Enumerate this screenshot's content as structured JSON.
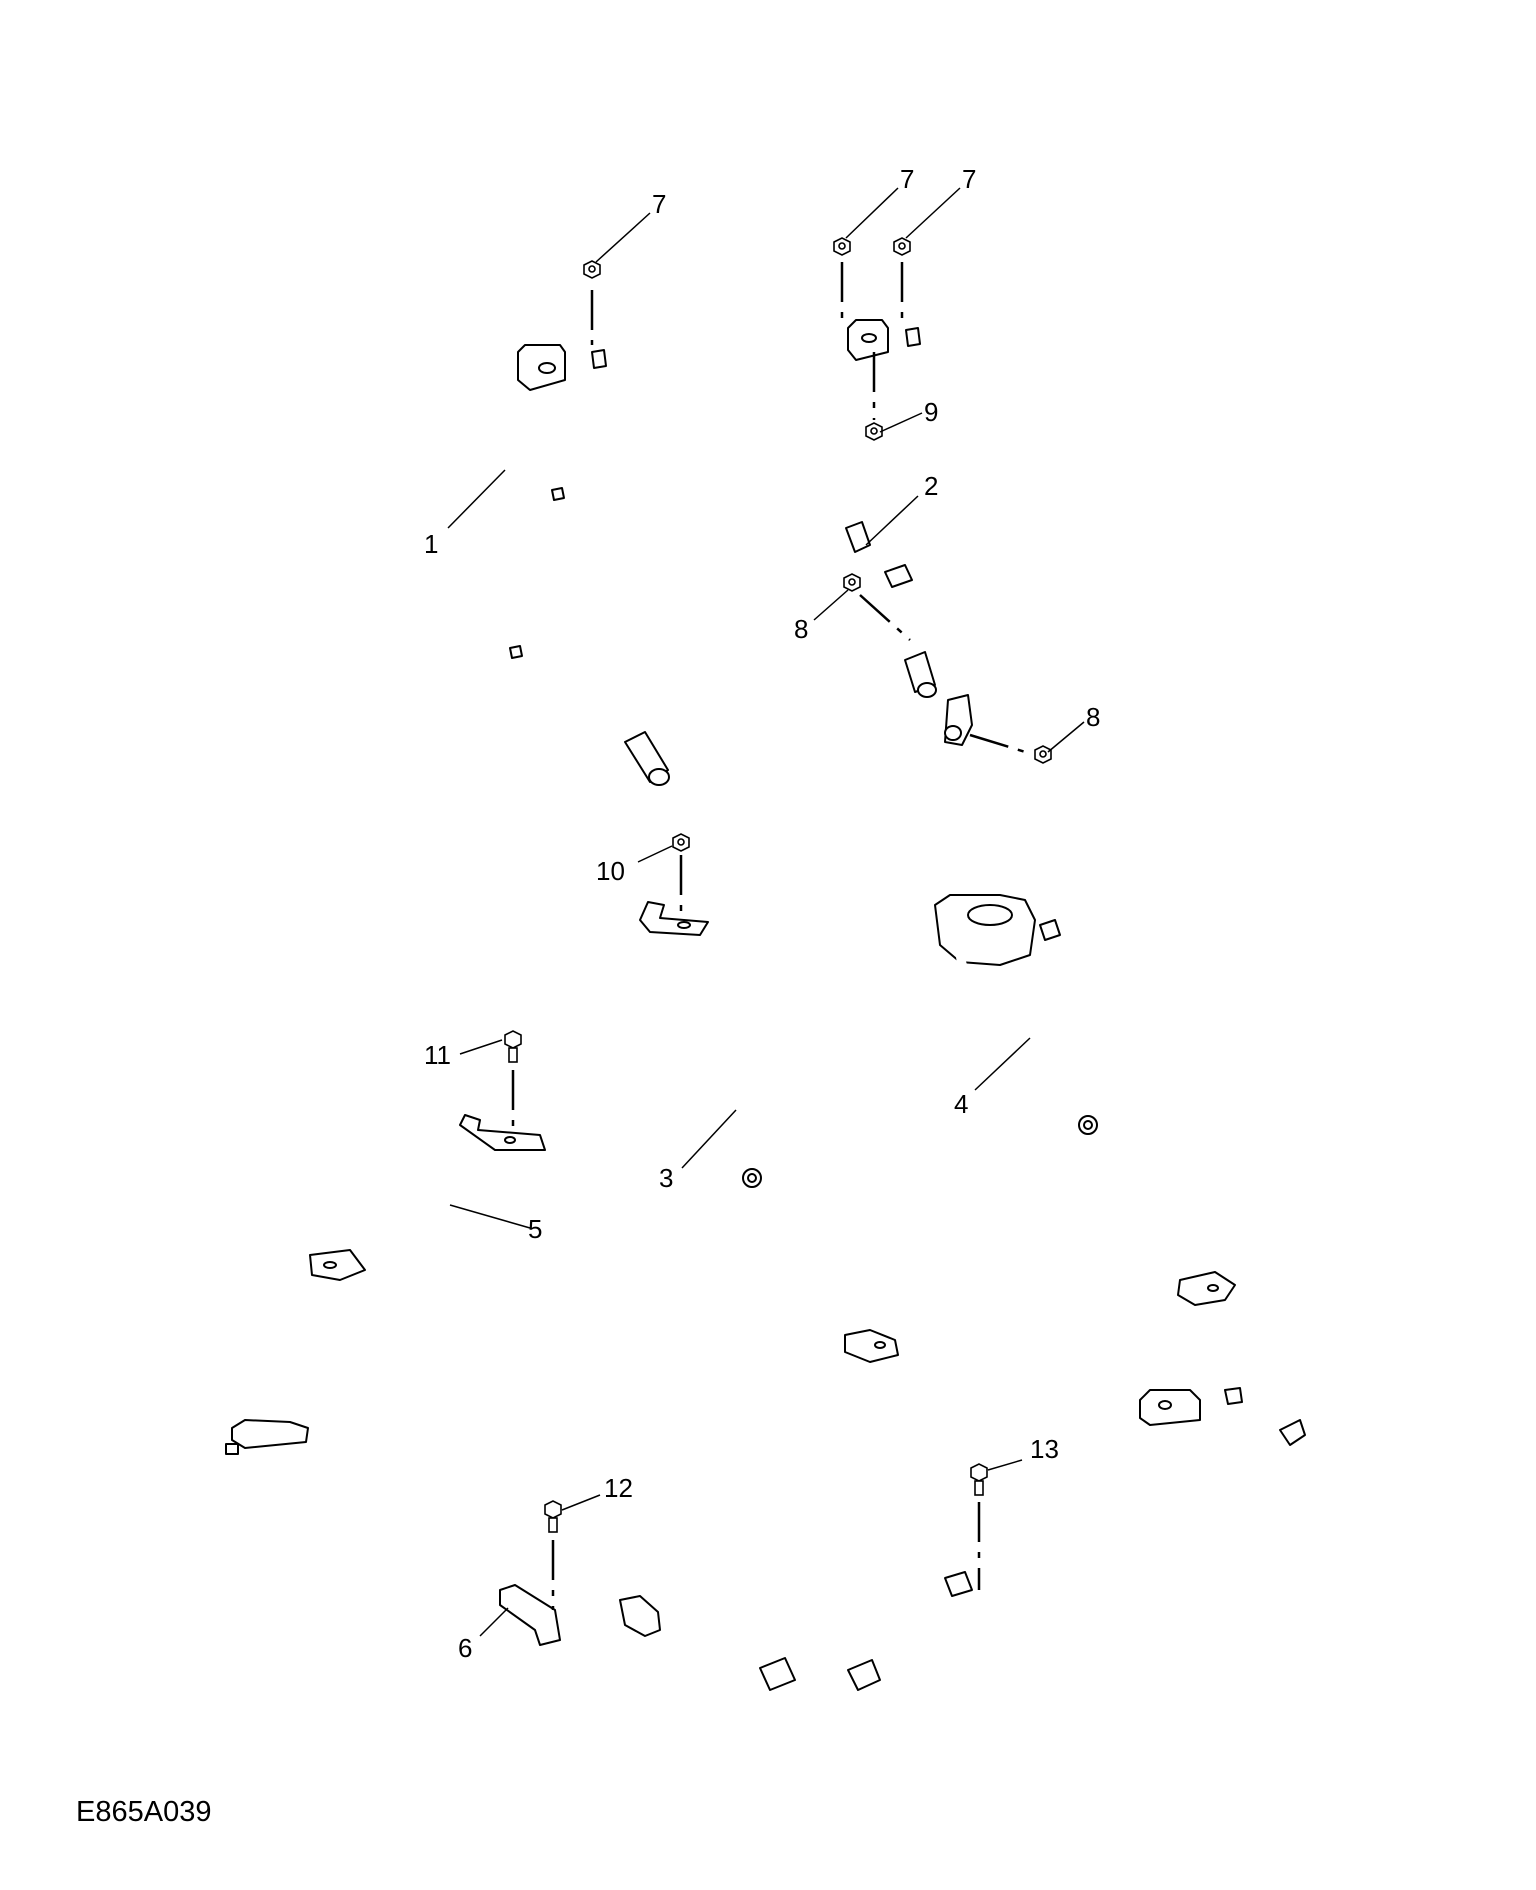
{
  "figure_code": "E865A039",
  "callouts": [
    {
      "id": "c1",
      "label": "1"
    },
    {
      "id": "c2",
      "label": "2"
    },
    {
      "id": "c3",
      "label": "3"
    },
    {
      "id": "c4",
      "label": "4"
    },
    {
      "id": "c5",
      "label": "5"
    },
    {
      "id": "c6",
      "label": "6"
    },
    {
      "id": "c7a",
      "label": "7"
    },
    {
      "id": "c7b",
      "label": "7"
    },
    {
      "id": "c7c",
      "label": "7"
    },
    {
      "id": "c8a",
      "label": "8"
    },
    {
      "id": "c8b",
      "label": "8"
    },
    {
      "id": "c9",
      "label": "9"
    },
    {
      "id": "c10",
      "label": "10"
    },
    {
      "id": "c11",
      "label": "11"
    },
    {
      "id": "c12",
      "label": "12"
    },
    {
      "id": "c13",
      "label": "13"
    }
  ]
}
